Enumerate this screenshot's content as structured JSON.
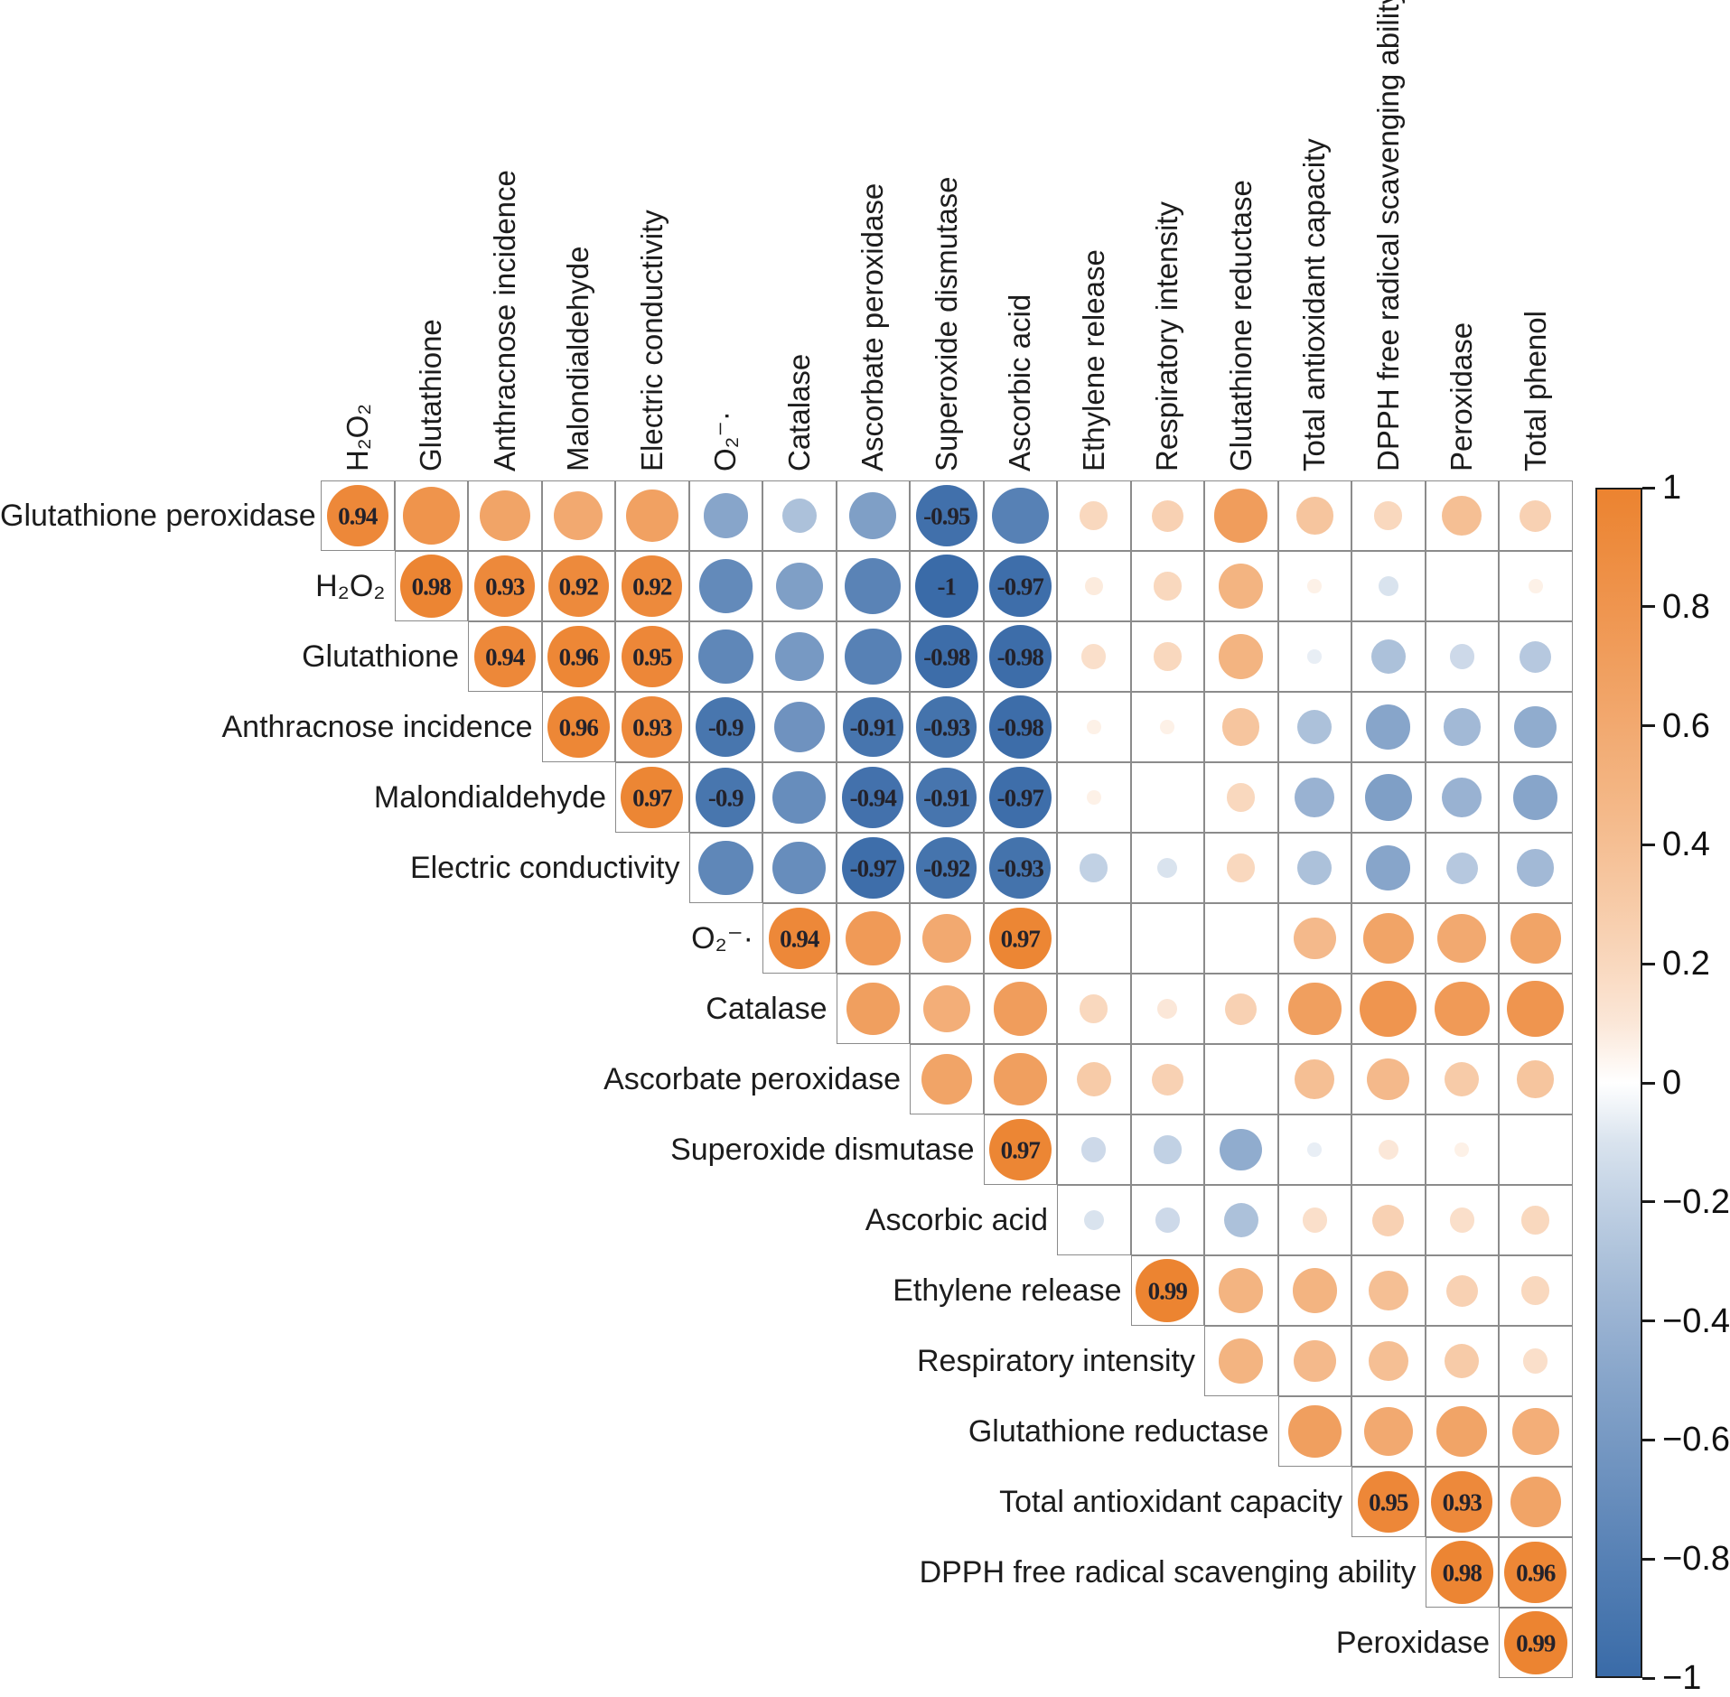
{
  "chart_data": {
    "type": "heatmap",
    "subtype": "upper-triangle correlogram with circles (corrplot style)",
    "title": "",
    "variables": [
      "Glutathione peroxidase",
      "H₂O₂",
      "Glutathione",
      "Anthracnose incidence",
      "Malondialdehyde",
      "Electric conductivity",
      "O₂⁻·",
      "Catalase",
      "Ascorbate peroxidase",
      "Superoxide dismutase",
      "Ascorbic acid",
      "Ethylene release",
      "Respiratory intensity",
      "Glutathione reductase",
      "Total antioxidant capacity",
      "DPPH free radical scavenging ability",
      "Peroxidase",
      "Total phenol"
    ],
    "row_labels": [
      "Glutathione peroxidase",
      "H₂O₂",
      "Glutathione",
      "Anthracnose incidence",
      "Malondialdehyde",
      "Electric conductivity",
      "O₂⁻·",
      "Catalase",
      "Ascorbate peroxidase",
      "Superoxide dismutase",
      "Ascorbic acid",
      "Ethylene release",
      "Respiratory intensity",
      "Glutathione reductase",
      "Total antioxidant capacity",
      "DPPH free radical scavenging ability",
      "Peroxidase"
    ],
    "col_labels": [
      "H₂O₂",
      "Glutathione",
      "Anthracnose incidence",
      "Malondialdehyde",
      "Electric conductivity",
      "O₂⁻·",
      "Catalase",
      "Ascorbate peroxidase",
      "Superoxide dismutase",
      "Ascorbic acid",
      "Ethylene release",
      "Respiratory intensity",
      "Glutathione reductase",
      "Total antioxidant capacity",
      "DPPH free radical scavenging ability",
      "Peroxidase",
      "Total phenol"
    ],
    "matrix": [
      [
        0.94,
        0.82,
        0.65,
        0.6,
        0.68,
        -0.5,
        -0.3,
        -0.55,
        -0.95,
        -0.8,
        0.2,
        0.25,
        0.72,
        0.35,
        0.2,
        0.4,
        0.25
      ],
      [
        null,
        0.98,
        0.93,
        0.92,
        0.92,
        -0.72,
        -0.55,
        -0.78,
        -1,
        -0.97,
        0.08,
        0.2,
        0.5,
        0.05,
        -0.1,
        0,
        0.05
      ],
      [
        null,
        null,
        0.94,
        0.96,
        0.95,
        -0.75,
        -0.6,
        -0.8,
        -0.98,
        -0.98,
        0.15,
        0.2,
        0.5,
        -0.05,
        -0.3,
        -0.15,
        -0.25
      ],
      [
        null,
        null,
        null,
        0.96,
        0.93,
        -0.9,
        -0.65,
        -0.91,
        -0.93,
        -0.98,
        0.05,
        0.05,
        0.35,
        -0.3,
        -0.5,
        -0.35,
        -0.45
      ],
      [
        null,
        null,
        null,
        null,
        0.97,
        -0.9,
        -0.7,
        -0.94,
        -0.91,
        -0.97,
        0.05,
        0,
        0.2,
        -0.4,
        -0.55,
        -0.4,
        -0.5
      ],
      [
        null,
        null,
        null,
        null,
        null,
        -0.75,
        -0.7,
        -0.97,
        -0.92,
        -0.93,
        -0.2,
        -0.1,
        0.2,
        -0.3,
        -0.5,
        -0.25,
        -0.35
      ],
      [
        null,
        null,
        null,
        null,
        null,
        null,
        0.94,
        0.75,
        0.6,
        0.97,
        0,
        0,
        0,
        0.45,
        0.65,
        0.6,
        0.65
      ],
      [
        null,
        null,
        null,
        null,
        null,
        null,
        null,
        0.7,
        0.55,
        0.72,
        0.2,
        0.1,
        0.25,
        0.7,
        0.8,
        0.75,
        0.8
      ],
      [
        null,
        null,
        null,
        null,
        null,
        null,
        null,
        null,
        0.65,
        0.7,
        0.3,
        0.25,
        0,
        0.4,
        0.45,
        0.3,
        0.35
      ],
      [
        null,
        null,
        null,
        null,
        null,
        null,
        null,
        null,
        null,
        0.97,
        -0.15,
        -0.2,
        -0.45,
        -0.05,
        0.1,
        0.05,
        0
      ],
      [
        null,
        null,
        null,
        null,
        null,
        null,
        null,
        null,
        null,
        null,
        -0.1,
        -0.15,
        -0.3,
        0.15,
        0.25,
        0.15,
        0.2
      ],
      [
        null,
        null,
        null,
        null,
        null,
        null,
        null,
        null,
        null,
        null,
        null,
        0.99,
        0.5,
        0.5,
        0.4,
        0.25,
        0.2
      ],
      [
        null,
        null,
        null,
        null,
        null,
        null,
        null,
        null,
        null,
        null,
        null,
        null,
        0.5,
        0.45,
        0.4,
        0.3,
        0.15
      ],
      [
        null,
        null,
        null,
        null,
        null,
        null,
        null,
        null,
        null,
        null,
        null,
        null,
        null,
        0.7,
        0.6,
        0.65,
        0.55
      ],
      [
        null,
        null,
        null,
        null,
        null,
        null,
        null,
        null,
        null,
        null,
        null,
        null,
        null,
        null,
        0.95,
        0.93,
        0.65
      ],
      [
        null,
        null,
        null,
        null,
        null,
        null,
        null,
        null,
        null,
        null,
        null,
        null,
        null,
        null,
        null,
        0.98,
        0.96
      ],
      [
        null,
        null,
        null,
        null,
        null,
        null,
        null,
        null,
        null,
        null,
        null,
        null,
        null,
        null,
        null,
        null,
        0.99
      ]
    ],
    "value_labels": [
      {
        "row": 0,
        "col": 0,
        "text": "0.94"
      },
      {
        "row": 0,
        "col": 8,
        "text": "-0.95"
      },
      {
        "row": 1,
        "col": 1,
        "text": "0.98"
      },
      {
        "row": 1,
        "col": 2,
        "text": "0.93"
      },
      {
        "row": 1,
        "col": 3,
        "text": "0.92"
      },
      {
        "row": 1,
        "col": 4,
        "text": "0.92"
      },
      {
        "row": 1,
        "col": 8,
        "text": "-1"
      },
      {
        "row": 1,
        "col": 9,
        "text": "-0.97"
      },
      {
        "row": 2,
        "col": 2,
        "text": "0.94"
      },
      {
        "row": 2,
        "col": 3,
        "text": "0.96"
      },
      {
        "row": 2,
        "col": 4,
        "text": "0.95"
      },
      {
        "row": 2,
        "col": 8,
        "text": "-0.98"
      },
      {
        "row": 2,
        "col": 9,
        "text": "-0.98"
      },
      {
        "row": 3,
        "col": 3,
        "text": "0.96"
      },
      {
        "row": 3,
        "col": 4,
        "text": "0.93"
      },
      {
        "row": 3,
        "col": 5,
        "text": "-0.9"
      },
      {
        "row": 3,
        "col": 7,
        "text": "-0.91"
      },
      {
        "row": 3,
        "col": 8,
        "text": "-0.93"
      },
      {
        "row": 3,
        "col": 9,
        "text": "-0.98"
      },
      {
        "row": 4,
        "col": 4,
        "text": "0.97"
      },
      {
        "row": 4,
        "col": 5,
        "text": "-0.9"
      },
      {
        "row": 4,
        "col": 7,
        "text": "-0.94"
      },
      {
        "row": 4,
        "col": 8,
        "text": "-0.91"
      },
      {
        "row": 4,
        "col": 9,
        "text": "-0.97"
      },
      {
        "row": 5,
        "col": 7,
        "text": "-0.97"
      },
      {
        "row": 5,
        "col": 8,
        "text": "-0.92"
      },
      {
        "row": 5,
        "col": 9,
        "text": "-0.93"
      },
      {
        "row": 6,
        "col": 6,
        "text": "0.94"
      },
      {
        "row": 6,
        "col": 9,
        "text": "0.97"
      },
      {
        "row": 9,
        "col": 9,
        "text": "0.97"
      },
      {
        "row": 11,
        "col": 11,
        "text": "0.99"
      },
      {
        "row": 14,
        "col": 14,
        "text": "0.95"
      },
      {
        "row": 14,
        "col": 15,
        "text": "0.93"
      },
      {
        "row": 15,
        "col": 15,
        "text": "0.98"
      },
      {
        "row": 15,
        "col": 16,
        "text": "0.96"
      },
      {
        "row": 16,
        "col": 16,
        "text": "0.99"
      }
    ],
    "colorbar": {
      "min": -1,
      "max": 1,
      "tick_labels": [
        "1",
        "0.8",
        "0.6",
        "0.4",
        "0.2",
        "0",
        "−0.2",
        "−0.4",
        "−0.6",
        "−0.8",
        "−1"
      ],
      "positive_color": "#EC8330",
      "negative_color": "#3A6BA8",
      "zero_color": "#FFFFFF",
      "position": "right"
    },
    "grid": true,
    "axis_note": "circle diameter and color saturation are proportional to |r|; numbers printed for |r| ≥ 0.9"
  }
}
